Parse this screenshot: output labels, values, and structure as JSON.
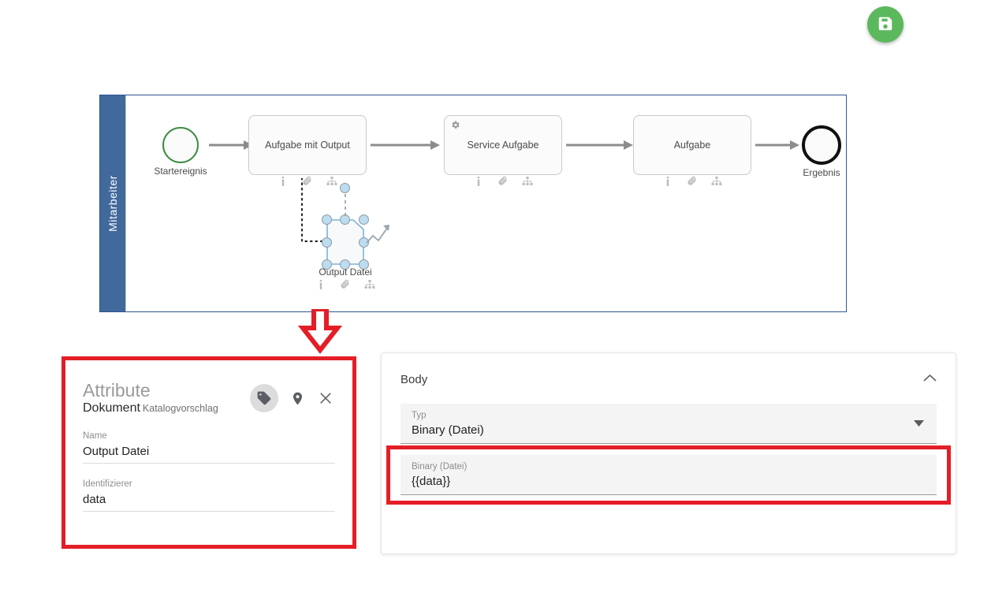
{
  "colors": {
    "save_green": "#5cb85c",
    "lane_blue": "#41699b",
    "diagram_border": "#2f5596",
    "annotation_red": "#e41e26",
    "start_event_green": "#3d8b43",
    "end_event_black": "#101010",
    "handle_blue": "#bcdcf0",
    "connector_grey": "#8c8c8c"
  },
  "toolbar": {
    "save_button_label": "",
    "save_icon": "save-floppy-icon"
  },
  "diagram": {
    "lane": {
      "label": "Mitarbeiter"
    },
    "nodes": [
      {
        "id": "start",
        "type": "start-event",
        "label": "Startereignis",
        "icon": ""
      },
      {
        "id": "task1",
        "type": "task",
        "label": "Aufgabe mit Output",
        "icon": ""
      },
      {
        "id": "task2",
        "type": "service-task",
        "label": "Service Aufgabe",
        "icon": "gear-icon"
      },
      {
        "id": "task3",
        "type": "task",
        "label": "Aufgabe",
        "icon": ""
      },
      {
        "id": "end",
        "type": "end-event",
        "label": "Ergebnis",
        "icon": ""
      },
      {
        "id": "dataobj",
        "type": "data-object",
        "label": "Output Datei",
        "icon": "",
        "selected": true
      }
    ],
    "markers": [
      "info-icon",
      "paperclip-icon",
      "hierarchy-icon"
    ]
  },
  "attribute_panel": {
    "title": "Attribute",
    "subtitle": "Dokument",
    "subtitle_kind": "Katalogvorschlag",
    "actions": [
      {
        "name": "tag-icon",
        "active": true
      },
      {
        "name": "map-pin-icon",
        "active": false
      },
      {
        "name": "close-icon",
        "active": false
      }
    ],
    "fields": [
      {
        "label": "Name",
        "value": "Output Datei"
      },
      {
        "label": "Identifizierer",
        "value": "data"
      }
    ]
  },
  "body_panel": {
    "title": "Body",
    "collapse_icon": "chevron-up-icon",
    "type_field": {
      "label": "Typ",
      "value": "Binary (Datei)",
      "caret": "chevron-down-icon"
    },
    "binary_field": {
      "label": "Binary (Datei)",
      "value": "{{data}}"
    }
  }
}
